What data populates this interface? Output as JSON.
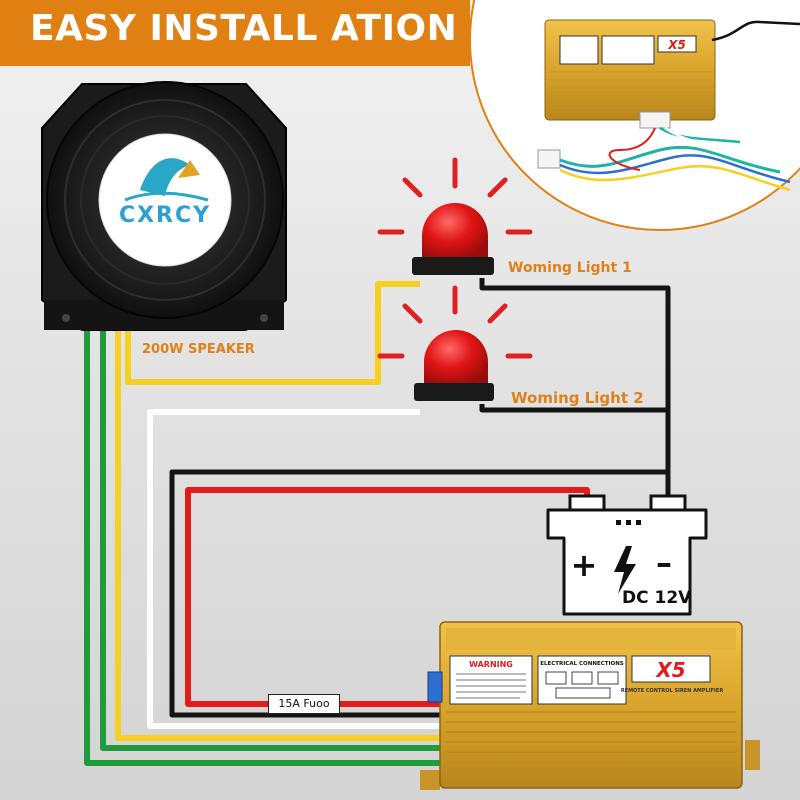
{
  "header": {
    "title": "EASY INSTALL ATION"
  },
  "speaker": {
    "label": "200W SPEAKER",
    "brand": "CXRCY"
  },
  "lights": [
    {
      "label": "Woming Light 1"
    },
    {
      "label": "Woming Light 2"
    }
  ],
  "battery": {
    "label": "DC 12V",
    "plus": "+",
    "minus": "–"
  },
  "fuse": {
    "label": "15A Fuoo"
  },
  "amplifier": {
    "model": "X5",
    "warning": "WARNING",
    "connections": "ELECTRICAL CONNECTIONS",
    "subtitle": "REMOTE CONTROL SIREN AMPLIFIER"
  },
  "colors": {
    "banner": "#e07f12",
    "label_orange": "#e0801a",
    "amp_gold": "#d9a42c",
    "light_red": "#e01515",
    "wire_yellow": "#f5d020",
    "wire_white": "#ffffff",
    "wire_red": "#e21b1b",
    "wire_black": "#141414",
    "wire_green": "#1f9a3c"
  }
}
